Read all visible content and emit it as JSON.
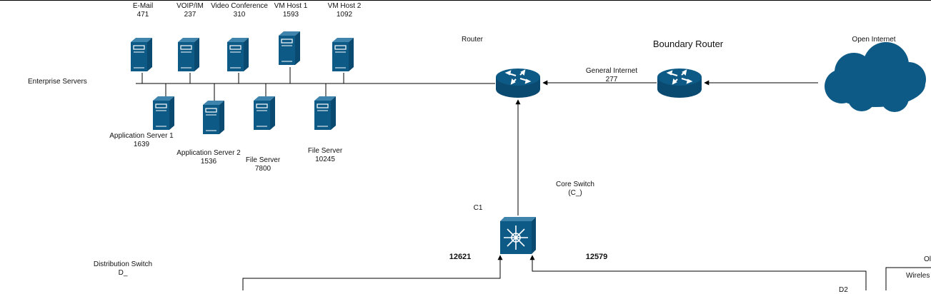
{
  "colors": {
    "device": "#0e5a86",
    "device_light": "#ffffff",
    "line": "#000000"
  },
  "top_servers": [
    {
      "name": "E-Mail",
      "value": "471"
    },
    {
      "name": "VOIP/IM",
      "value": "237"
    },
    {
      "name": "Video Conference",
      "value": "310"
    },
    {
      "name": "VM Host 1",
      "value": "1593"
    },
    {
      "name": "VM Host 2",
      "value": "1092"
    }
  ],
  "bottom_servers": [
    {
      "name": "Application Server 1",
      "value": "1639"
    },
    {
      "name": "Application Server 2",
      "value": "1536"
    },
    {
      "name": "File Server",
      "value": "7800"
    },
    {
      "name": "File Server",
      "value": "10245"
    }
  ],
  "labels": {
    "enterprise_servers": "Enterprise Servers",
    "router": "Router",
    "boundary_router": "Boundary Router",
    "open_internet": "Open Internet",
    "general_internet": "General Internet",
    "general_internet_value": "277",
    "core_switch": "Core Switch",
    "core_switch_code": "(C_)",
    "c1": "C1",
    "left_link_value": "12621",
    "right_link_value": "12579",
    "distribution_switch": "Distribution Switch",
    "distribution_code": "D_",
    "right_edge_top": "Ol",
    "right_edge_wireless": "Wireles",
    "right_edge_d": "D2"
  },
  "icons": [
    "server-icon",
    "router-icon",
    "cloud-icon",
    "core-switch-icon"
  ]
}
